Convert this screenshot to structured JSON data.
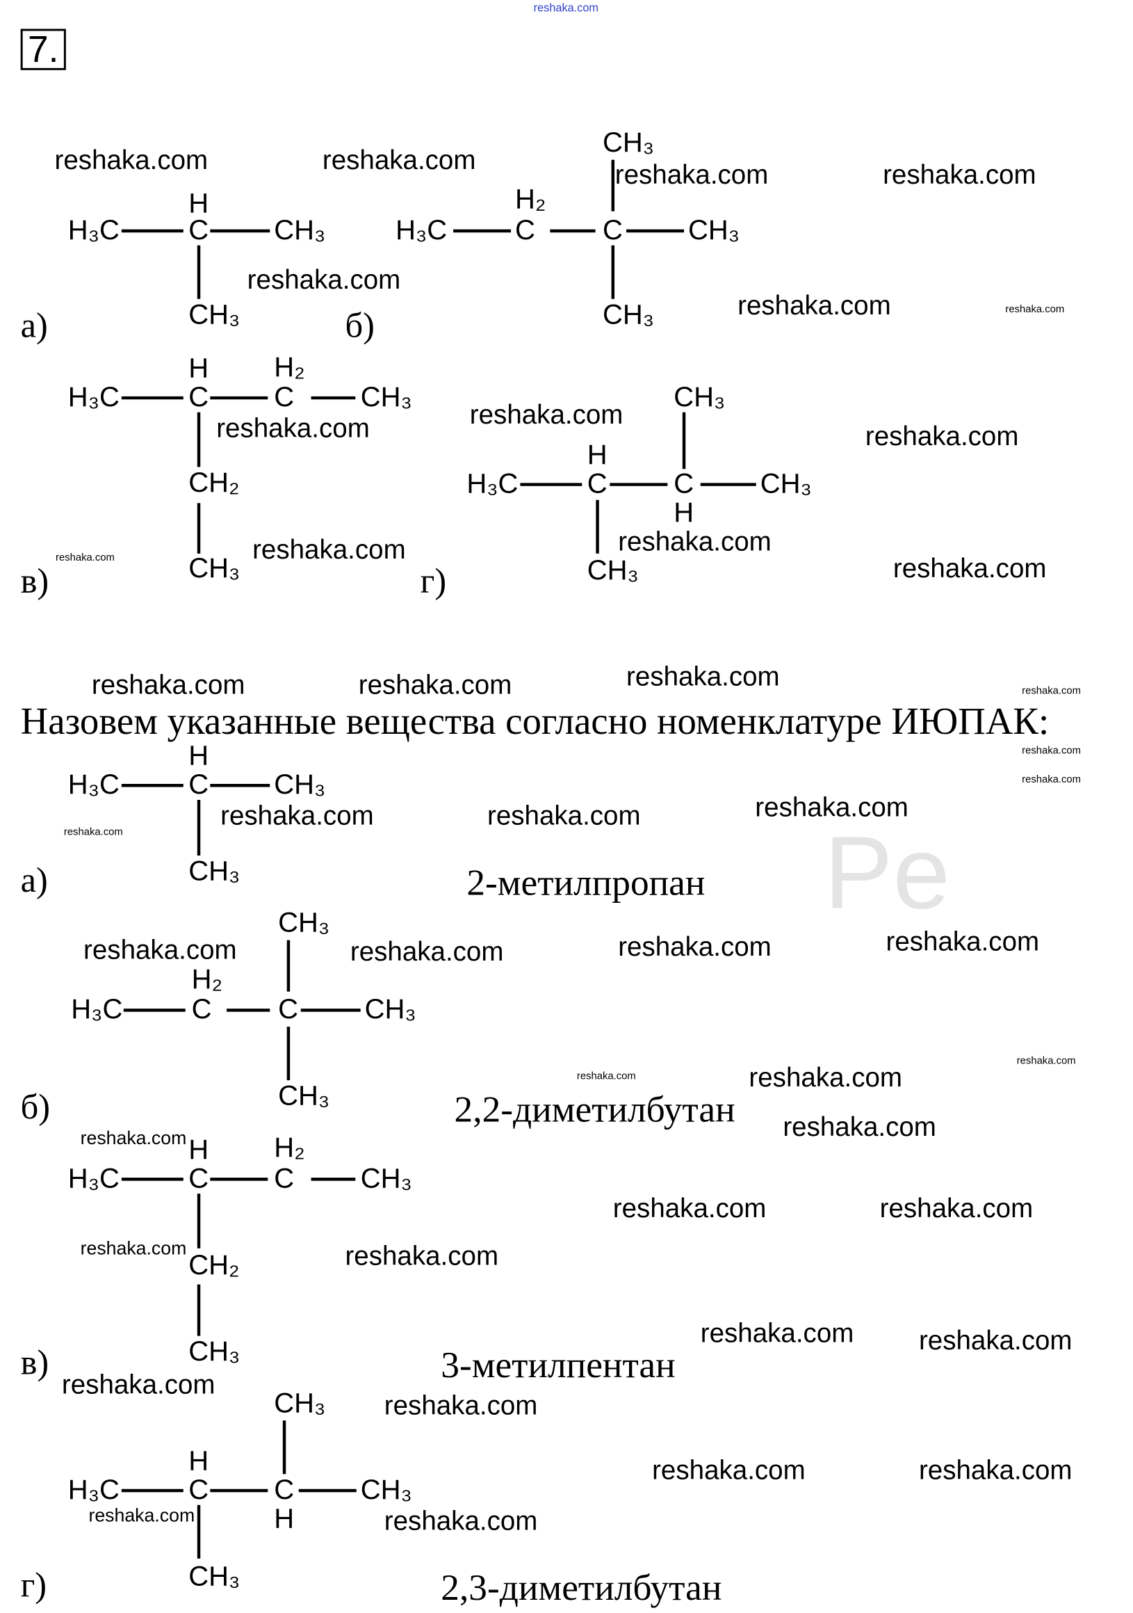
{
  "site_header": "reshaka.com",
  "task_number": "7.",
  "watermark": "reshaka.com",
  "ghost_text": "Pe",
  "heading": "Назовем указанные вещества согласно номенклатуре ИЮПАК:",
  "atoms": {
    "H3C": "H₃C",
    "CH3": "CH₃",
    "CH2": "CH₂",
    "H2": "H₂",
    "C": "C",
    "H": "H"
  },
  "labels": {
    "a": "а)",
    "b": "б)",
    "v": "в)",
    "g": "г)"
  },
  "names": {
    "a": "2-метилпропан",
    "b": "2,2-диметилбутан",
    "v": "3-метилпентан",
    "g": "2,3-диметилбутан"
  }
}
